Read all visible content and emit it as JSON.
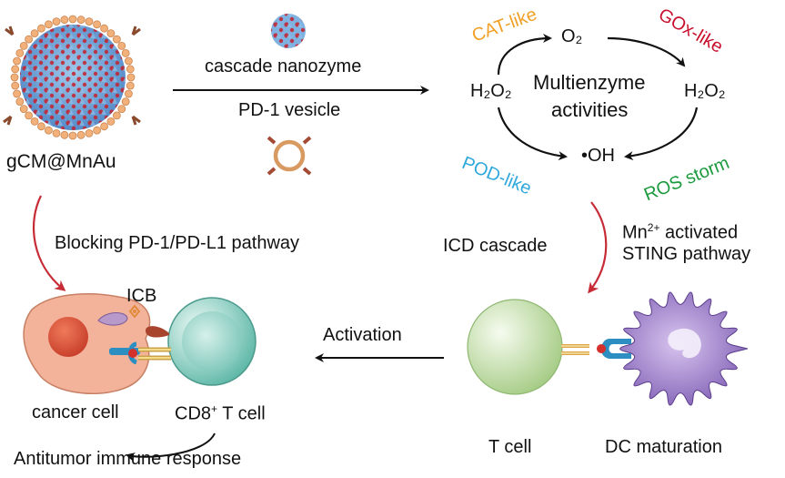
{
  "colors": {
    "cat": "#f0a024",
    "gox": "#c8102e",
    "pod": "#2fa8dc",
    "ros": "#1a9a3c",
    "red_arrow": "#c62b36",
    "black": "#111111"
  },
  "labels": {
    "nanoparticle": "gCM@MnAu",
    "arrow_top_line1": "cascade nanozyme",
    "arrow_top_line2": "PD-1 vesicle",
    "cat_like": "CAT-like",
    "gox_like": "GOx-like",
    "pod_like": "POD-like",
    "ros_storm": "ROS storm",
    "o2": "O₂",
    "h2o2_left": "H₂O₂",
    "h2o2_right": "H₂O₂",
    "oh": "•OH",
    "multienzyme_line1": "Multienzyme",
    "multienzyme_line2": "activities",
    "blocking": "Blocking PD-1/PD-L1 pathway",
    "icd_cascade": "ICD cascade",
    "mn_line1_base": "Mn",
    "mn_line1_sup": "2+",
    "mn_line1_rest": " activated",
    "mn_line2": "STING pathway",
    "icb": "ICB",
    "activation": "Activation",
    "cancer_cell": "cancer cell",
    "cd8_base": "CD8",
    "cd8_sup": "+",
    "cd8_rest": " T cell",
    "antitumor": "Antitumor immune response",
    "t_cell": "T cell",
    "dc_maturation": "DC maturation"
  }
}
